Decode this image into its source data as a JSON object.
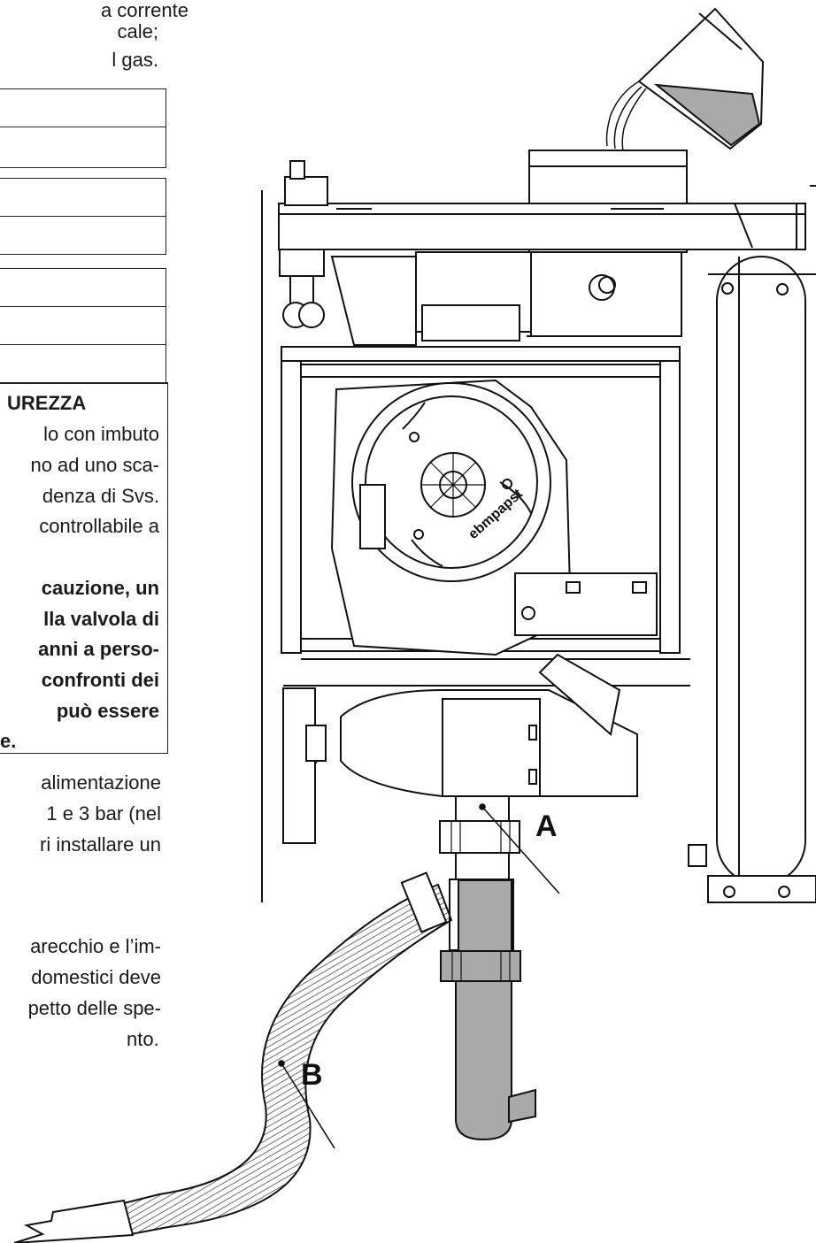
{
  "text_top": [
    "a corrente",
    "cale;",
    "l gas."
  ],
  "safety_box": {
    "heading": "UREZZA",
    "lines": [
      "lo con imbuto",
      "no ad uno sca-",
      "denza di Svs.",
      "controllabile a"
    ],
    "bold_lines": [
      "cauzione, un",
      "lla valvola di",
      "anni a perso-",
      "confronti dei",
      "può essere",
      "e."
    ]
  },
  "after_box": [
    "alimentazione",
    "1 e 3 bar (nel",
    "ri installare un"
  ],
  "bottom_para": [
    "arecchio e l’im-",
    "domestici deve",
    "petto delle spe-",
    "nto."
  ],
  "labels": {
    "a": "A",
    "b": "B"
  },
  "fan_brand": "ebmpapst"
}
